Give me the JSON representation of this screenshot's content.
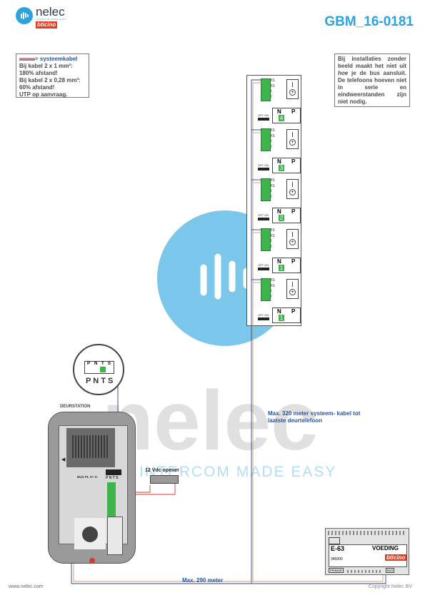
{
  "header": {
    "brand_name": "nelec",
    "brand_tagline": "INTERCOM MADE EASY",
    "partner_logo": "bticino",
    "document_code": "GBM_16-0181"
  },
  "legend": {
    "title": "= systeemkabel",
    "lines": [
      "Bij kabel 2 x 1 mm²:",
      "180% afstand!",
      "Bij kabel 2 x 0,28 mm²:",
      "60% afstand!",
      "UTP op aanvraag."
    ]
  },
  "note": {
    "part1": "Bij installaties zonder beeld maakt het niet uit ",
    "emphasis": "hoe",
    "part2": " je de bus aansluit. De telefoons hoeven niet in serie en eindweerstanden zijn niet nodig."
  },
  "handsets": {
    "terminal_labels": [
      "BS",
      "BS",
      "1",
      "2"
    ],
    "switch_label": "OFF ON",
    "header_labels": [
      "N",
      "P"
    ],
    "numbers": [
      "4",
      "3",
      "2",
      "1",
      "1"
    ]
  },
  "detail": {
    "top_labels": [
      "P",
      "N",
      "T",
      "S"
    ],
    "bottom_labels": [
      "P",
      "N",
      "T",
      "S"
    ]
  },
  "door_station": {
    "title": "DEURSTATION",
    "terminal_labels": "BUS PL S+ S-",
    "pnts_label": "P N T S"
  },
  "opener_label": "12 Vdc opener",
  "cable_labels": {
    "system_cable": "Max. 320 meter systeem- kabel tot laatste deurtelefoon",
    "max_distance": "Max. 290 meter"
  },
  "power_supply": {
    "model": "E-63",
    "title": "VOEDING",
    "part_number": "346000",
    "brand": "bticino",
    "left_terminal": "PRIMAIR",
    "right_terminal": "BUS"
  },
  "watermark": {
    "word": "nelec",
    "tagline": "INTERCOM MADE EASY"
  },
  "footer": {
    "website": "www.nelec.com",
    "copyright": "Copyright Nelec BV"
  },
  "colors": {
    "brand_blue": "#2aa3e0",
    "cable_red": "#d43a2a",
    "cable_blue": "#2f3f9a",
    "cable_tan": "#c8a070",
    "terminal_green": "#3db54a"
  }
}
